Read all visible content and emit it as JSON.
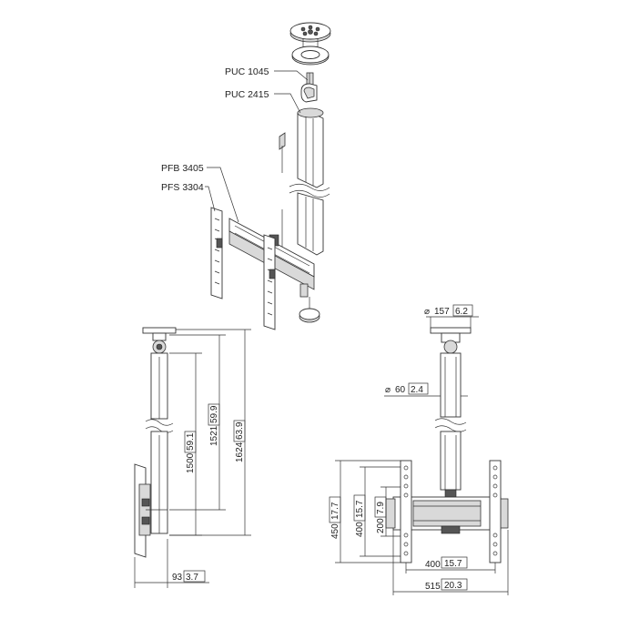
{
  "parts": {
    "puc1045": "PUC 1045",
    "puc2415": "PUC 2415",
    "pfb3405": "PFB 3405",
    "pfs3304": "PFS 3304"
  },
  "side_view": {
    "h1500": "1500",
    "h1500_in": "59.1",
    "h1521": "1521",
    "h1521_in": "59.9",
    "h1624": "1624",
    "h1624_in": "63.9",
    "d93": "93",
    "d93_in": "3.7"
  },
  "front_view": {
    "dia157": "157",
    "dia157_in": "6.2",
    "dia60": "60",
    "dia60_in": "2.4",
    "h450": "450",
    "h450_in": "17.7",
    "h400": "400",
    "h400_in": "15.7",
    "h200": "200",
    "h200_in": "7.9",
    "w400": "400",
    "w400_in": "15.7",
    "w515": "515",
    "w515_in": "20.3"
  },
  "symbols": {
    "diameter": "⌀"
  }
}
